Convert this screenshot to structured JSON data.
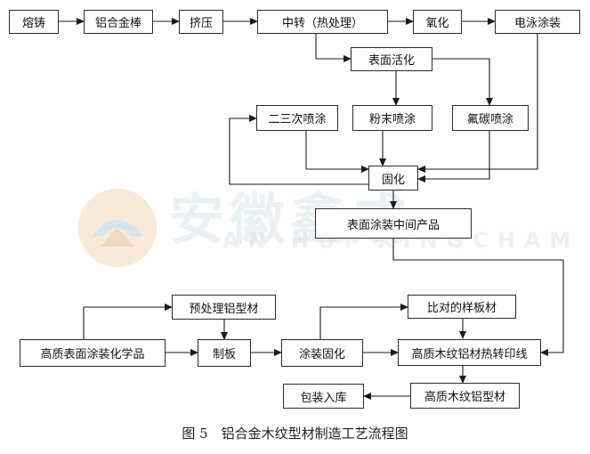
{
  "watermark": {
    "cn": "安徽鑫成",
    "en": "AN HUI KINGCHAM"
  },
  "nodes": {
    "melting": "熔铸",
    "al_rod": "铝合金棒",
    "extrusion": "挤压",
    "transfer": "中转（热处理）",
    "oxidation": "氧化",
    "electrophoretic": "电泳涂装",
    "surface_activation": "表面活化",
    "binary_spray": "二三次喷涂",
    "powder_spray": "粉末喷涂",
    "fluorocarbon_spray": "氟碳喷涂",
    "curing": "固化",
    "coated_intermediate": "表面涂装中间产品",
    "pretreated_profile": "预处理铝型材",
    "chemicals": "高质表面涂装化学品",
    "plate_making": "制板",
    "coating_curing": "涂装固化",
    "sample_plate": "比对的样板材",
    "transfer_line": "高质木纹铝材热转印线",
    "wood_profile": "高质木纹铝型材",
    "packaging": "包装入库"
  },
  "caption": "图 5　铝合金木纹型材制造工艺流程图"
}
